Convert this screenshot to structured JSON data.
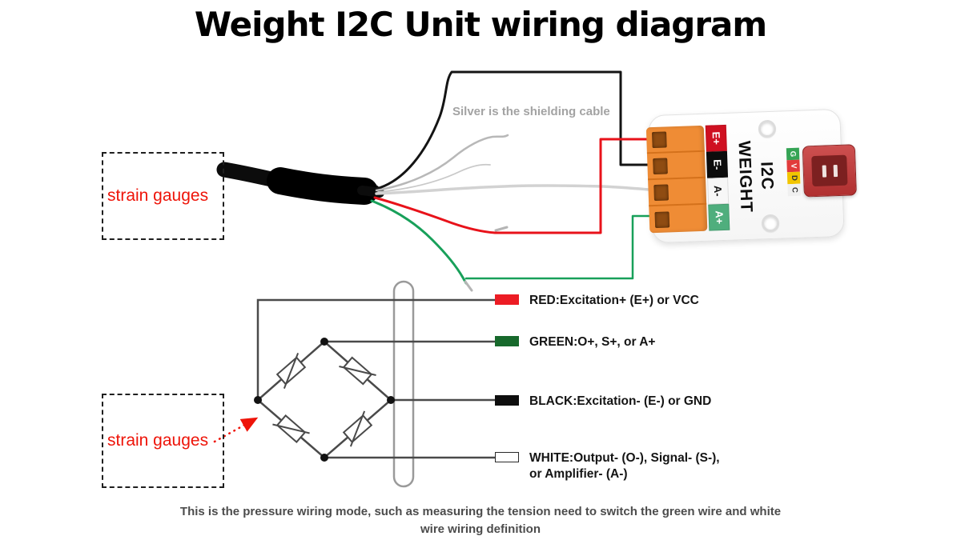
{
  "title": "Weight I2C Unit wiring diagram",
  "annotations": {
    "shielding_note": "Silver is the shielding cable",
    "strain_gauge_top": "strain gauges",
    "strain_gauge_bottom": "strain gauges",
    "caption_line1": "This is the pressure wiring mode, such as measuring the tension need to switch the green wire and white",
    "caption_line2": "wire wiring definition"
  },
  "module": {
    "name_line1": "WEIGHT",
    "name_line2": "I2C",
    "terminals": [
      {
        "label": "E+",
        "bg": "#cf1021",
        "fg": "#ffffff"
      },
      {
        "label": "E-",
        "bg": "#0d0d0d",
        "fg": "#ffffff"
      },
      {
        "label": "A-",
        "bg": "#f7f7f7",
        "fg": "#111111"
      },
      {
        "label": "A+",
        "bg": "#4fae7d",
        "fg": "#ffffff"
      }
    ],
    "grove_pins": [
      {
        "label": "G",
        "bg": "#35a455",
        "fg": "#ffffff"
      },
      {
        "label": "V",
        "bg": "#e23b3b",
        "fg": "#ffffff"
      },
      {
        "label": "D",
        "bg": "#f2c500",
        "fg": "#333333"
      },
      {
        "label": "C",
        "bg": "#f0f0f0",
        "fg": "#333333"
      }
    ]
  },
  "legend": [
    {
      "swatch": "#ec1c24",
      "label": "RED:Excitation+ (E+) or VCC"
    },
    {
      "swatch": "#17692c",
      "label": "GREEN:O+, S+, or A+"
    },
    {
      "swatch": "#0e0e0e",
      "label": "BLACK:Excitation- (E-) or GND"
    },
    {
      "swatch": "#ffffff",
      "label": "WHITE:Output- (O-), Signal- (S-),",
      "label2": "or Amplifier- (A-)"
    }
  ],
  "wire_colors": {
    "red": "#e8121a",
    "green": "#18a05a",
    "black": "#141414",
    "white": "#d2d2d2",
    "silver": "#b8b8b8"
  }
}
